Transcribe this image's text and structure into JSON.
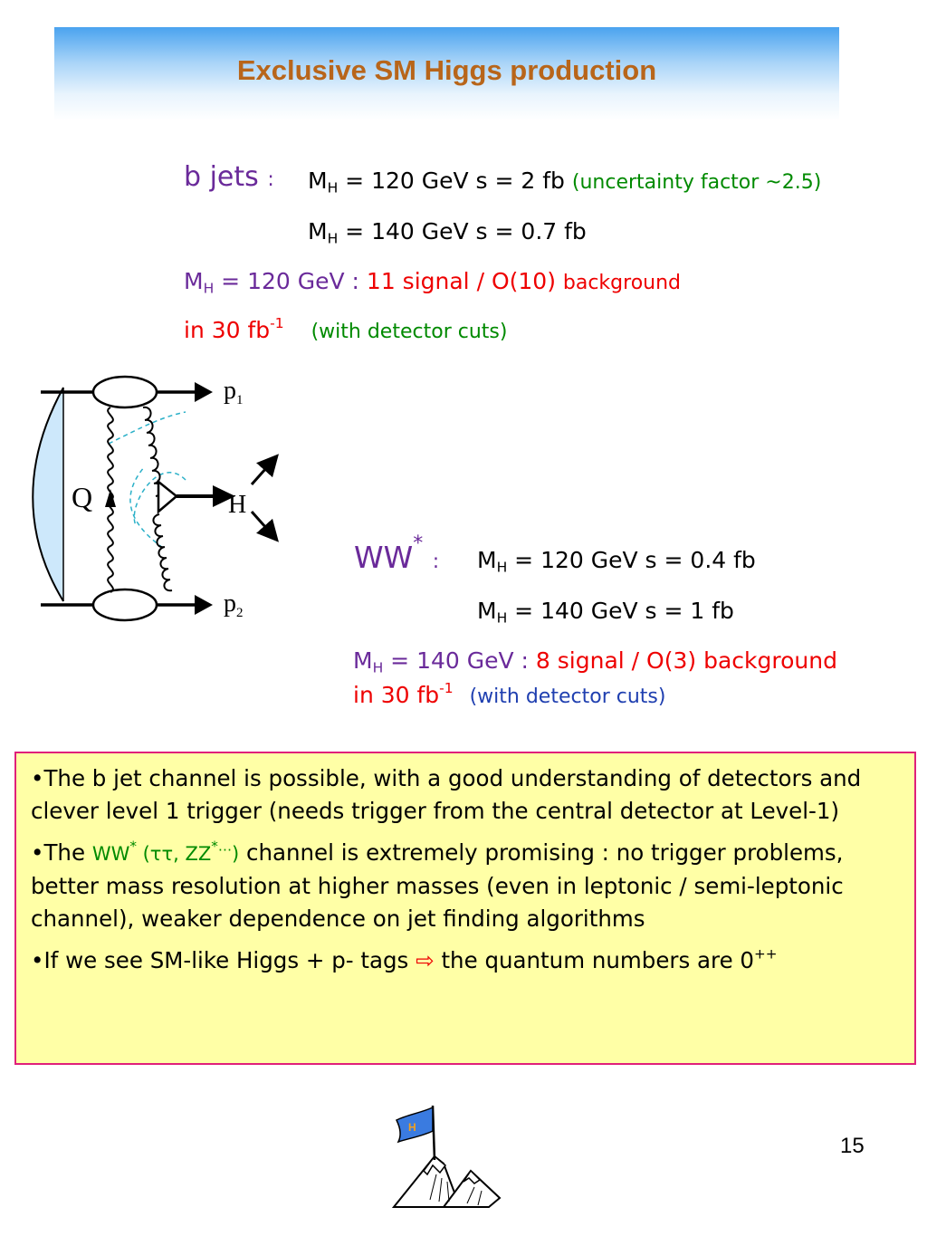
{
  "title": "Exclusive SM Higgs production",
  "bjets": {
    "label": "b jets",
    "colon": ":",
    "line1": {
      "m": "M",
      "sub": "H",
      "text": " = 120 GeV s = 2 fb",
      "note": "(uncertainty factor ~2.5)"
    },
    "line2": {
      "m": "M",
      "sub": "H",
      "text": " = 140 GeV s = 0.7 fb"
    },
    "signal": {
      "m": "M",
      "sub": "H",
      "prefix": " = 120 GeV : ",
      "count": "11 signal / O(10) ",
      "bkg": "background"
    },
    "lumi": {
      "text": "in 30 fb",
      "sup": "-1",
      "cuts": "(with detector cuts)"
    }
  },
  "ww": {
    "label": "WW",
    "star": "*",
    "colon": ":",
    "line1": {
      "m": "M",
      "sub": "H",
      "text": " = 120 GeV s = 0.4 fb"
    },
    "line2": {
      "m": "M",
      "sub": "H",
      "text": " = 140 GeV s = 1 fb"
    },
    "signal": {
      "m": "M",
      "sub": "H",
      "prefix": " = 140 GeV : ",
      "count": "8 signal / O(3) background"
    },
    "lumi": {
      "text": "in 30 fb",
      "sup": "-1",
      "cuts": "(with detector cuts)"
    }
  },
  "diagram": {
    "p1": "p",
    "p1_sub": "1",
    "p2": "p",
    "p2_sub": "2",
    "q": "Q",
    "h": "H"
  },
  "summary": {
    "b1": "•The b jet channel is possible, with a good understanding of detectors and clever level 1 trigger (needs trigger from the central detector at Level-1)",
    "b2_pre": "•The ",
    "b2_ww": "WW",
    "b2_ww_sup": "*",
    "b2_tau": " (ττ, ZZ",
    "b2_tau_sup": "*…",
    "b2_close": ")",
    "b2_rest": " channel is extremely promising : no trigger problems, better mass resolution at higher masses (even in leptonic / semi-leptonic channel), weaker dependence on jet finding algorithms",
    "b3_pre": "•If we see SM-like Higgs + p- tags ",
    "b3_arrow": "⇨",
    "b3_post": " the quantum numbers are 0",
    "b3_sup": "++"
  },
  "logo_letter": "H",
  "page_number": "15",
  "colors": {
    "title": "#b8651a",
    "purple": "#6a2a9a",
    "green": "#008a00",
    "red": "#ee0000",
    "blue": "#1f3fb0",
    "box_bg": "#ffffa6",
    "box_border": "#e0207a"
  }
}
